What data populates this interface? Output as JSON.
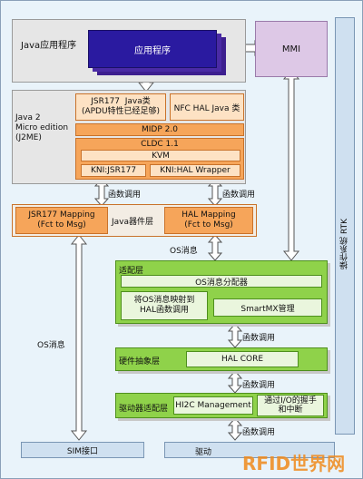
{
  "java_app": {
    "label": "Java应用程序",
    "app_box": "应用程序"
  },
  "mmi": "MMI",
  "j2me": {
    "label": "Java 2\nMicro edition\n(J2ME)",
    "jsr177_java": "JSR177  Java类\n(APDU特性已经足够)",
    "nfc_hal_java": "NFC HAL Java 类",
    "midp": "MIDP 2.0",
    "cldc": "CLDC 1.1",
    "kvm": "KVM",
    "kni_jsr": "KNI:JSR177",
    "kni_hal": "KNI:HAL Wrapper"
  },
  "func_call": "函数调用",
  "java_device_layer": {
    "label": "Java器件层",
    "jsr_mapping": "JSR177 Mapping\n(Fct to Msg)",
    "hal_mapping": "HAL Mapping\n(Fct to Msg)"
  },
  "os_message": "OS消息",
  "os_rtk": "操作系统 RTK",
  "adapter": {
    "label": "适配层",
    "dispatcher": "OS消息分配器",
    "map_to_hal": "将OS消息映射到\nHAL函数调用",
    "smartmx": "SmartMX管理"
  },
  "hal": {
    "label": "硬件抽象层",
    "core": "HAL CORE"
  },
  "driver": {
    "label": "驱动器适配层",
    "hi2c": "HI2C Management",
    "io": "通过I/O的握手\n和中断"
  },
  "sim": "SIM接口",
  "driver_bottom": "驱动",
  "watermark": "RFID世界网"
}
